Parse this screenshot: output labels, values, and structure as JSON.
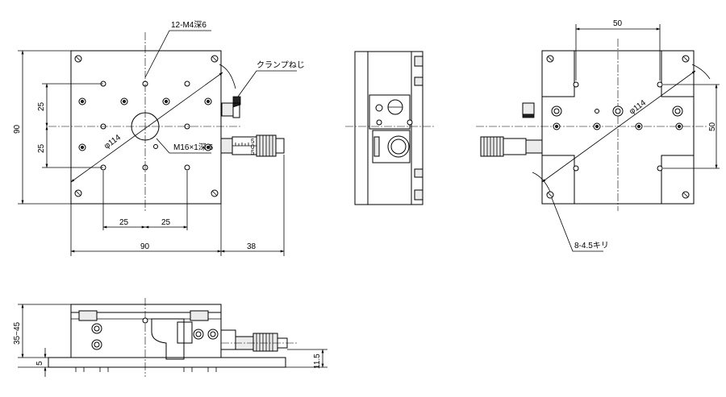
{
  "top_view": {
    "callout_tapped_holes": "12-M4深6",
    "callout_clamp": "クランプねじ",
    "callout_center_tap": "M16×1深 6",
    "diameter_label": "φ114",
    "dim_height": "90",
    "dim_offset_upper": "25",
    "dim_offset_lower": "25",
    "dim_x_left": "25",
    "dim_x_right": "25",
    "dim_width": "90",
    "dim_micrometer": "38"
  },
  "right_view": {
    "dim_top": "50",
    "dim_right": "50",
    "diameter_label": "φ114",
    "callout_through_holes": "8-4.5キリ"
  },
  "front_view": {
    "dim_height_range": "35~45",
    "dim_base": "5",
    "dim_spindle": "11.5"
  },
  "micrometer": {
    "scale_marks": [
      "5",
      "0",
      "5"
    ]
  }
}
